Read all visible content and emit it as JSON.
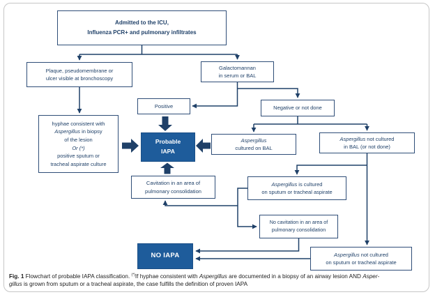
{
  "colors": {
    "accent_navy": "#1f4068",
    "node_border": "#2e4d77",
    "node_fill_blue": "#1e5c9b",
    "frame_gray": "#c6c6c6"
  },
  "nodes": {
    "admitted": {
      "line1": "Admitted to the ICU,",
      "line2": "Influenza PCR+ and pulmonary infiltrates"
    },
    "plaque": {
      "line1": "Plaque, pseudomembrane or",
      "line2": "ulcer visible at bronchoscopy"
    },
    "galactomannan": {
      "line1": "Galactomannan",
      "line2": "in serum or BAL"
    },
    "positive": {
      "label": "Positive"
    },
    "negative": {
      "label": "Negative or not done"
    },
    "hyphae": {
      "line1": "hyphae consistent with",
      "line2_italic": "Aspergillus",
      "line2_rest": " in biopsy",
      "line3": "of the lesion",
      "line4_italic": "Or (*)",
      "line5": "positive sputum or",
      "line6": "tracheal aspirate culture"
    },
    "probable_iapa": {
      "line1": "Probable",
      "line2": "IAPA"
    },
    "cultured_bal": {
      "line1_italic": "Aspergillus",
      "line2": "cultured on BAL"
    },
    "not_cultured_bal": {
      "line1_italic": "Aspergillus",
      "line1_rest": " not cultured",
      "line2": "in BAL (or not done)"
    },
    "cavitation": {
      "line1": "Cavitation in an area of",
      "line2": "pulmonary consolidation"
    },
    "cultured_sputum": {
      "line1_italic": "Aspergillus",
      "line1_rest": " is cultured",
      "line2": "on sputum or tracheal aspirate"
    },
    "no_cavitation": {
      "line1": "No cavitation in an area of",
      "line2": "pulmonary consolidation"
    },
    "no_iapa": {
      "label": "NO IAPA"
    },
    "not_cultured_sputum": {
      "line1_italic": "Aspergillus",
      "line1_rest": " not cultured",
      "line2": "on sputum or tracheal aspirate"
    }
  },
  "caption": {
    "label": "Fig. 1",
    "text_1": " Flowchart of probable IAPA classification. ",
    "superscript": "(*)",
    "text_2": "If hyphae consistent with ",
    "italic_1": "Aspergillus",
    "text_3": " are documented in a biopsy of an airway lesion AND ",
    "italic_2": "Asper-",
    "italic_3": "gillus",
    "text_4": " is grown from sputum or a tracheal aspirate, the case fulfills the definition of proven IAPA"
  }
}
